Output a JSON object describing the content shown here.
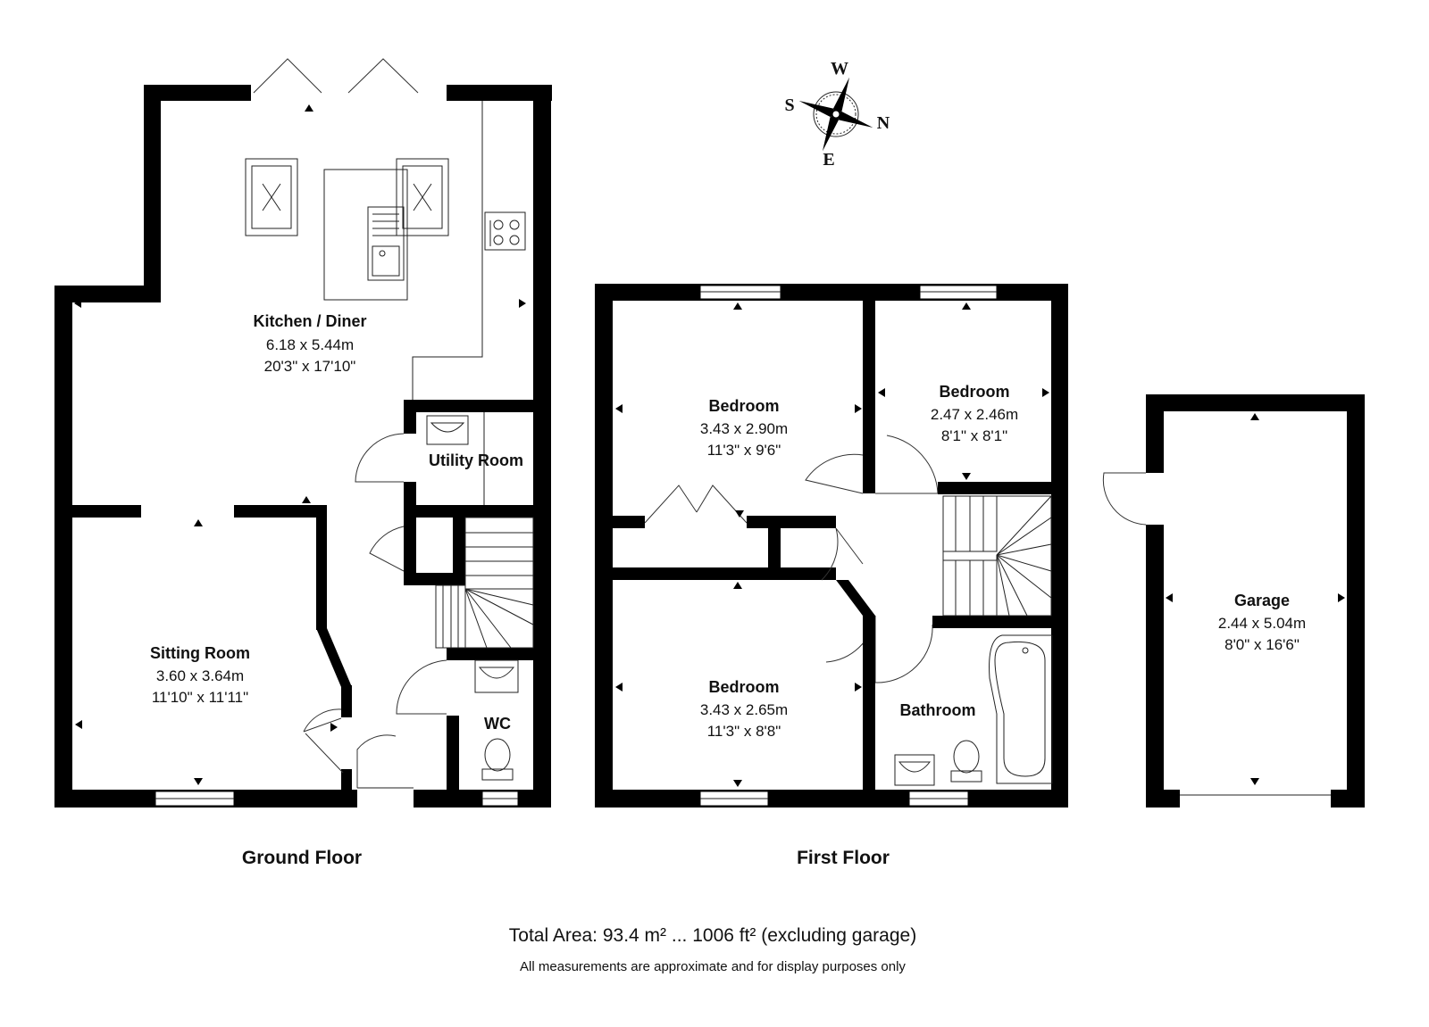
{
  "compass": {
    "north": "N",
    "south": "S",
    "east": "E",
    "west": "W"
  },
  "ground_floor": {
    "label": "Ground Floor",
    "kitchen": {
      "name": "Kitchen / Diner",
      "metric": "6.18 x 5.44m",
      "imperial": "20'3\" x 17'10\""
    },
    "utility": {
      "name": "Utility Room"
    },
    "sitting": {
      "name": "Sitting Room",
      "metric": "3.60 x 3.64m",
      "imperial": "11'10\" x 11'11\""
    },
    "wc": {
      "name": "WC"
    }
  },
  "first_floor": {
    "label": "First Floor",
    "bedroom1": {
      "name": "Bedroom",
      "metric": "3.43 x 2.90m",
      "imperial": "11'3\" x 9'6\""
    },
    "bedroom2": {
      "name": "Bedroom",
      "metric": "2.47 x 2.46m",
      "imperial": "8'1\" x 8'1\""
    },
    "bedroom3": {
      "name": "Bedroom",
      "metric": "3.43 x 2.65m",
      "imperial": "11'3\" x 8'8\""
    },
    "bathroom": {
      "name": "Bathroom"
    }
  },
  "garage": {
    "name": "Garage",
    "metric": "2.44 x 5.04m",
    "imperial": "8'0\" x 16'6\""
  },
  "footer": {
    "total_area": "Total Area: 93.4 m² ... 1006 ft² (excluding garage)",
    "disclaimer": "All measurements are approximate and for display purposes only"
  }
}
